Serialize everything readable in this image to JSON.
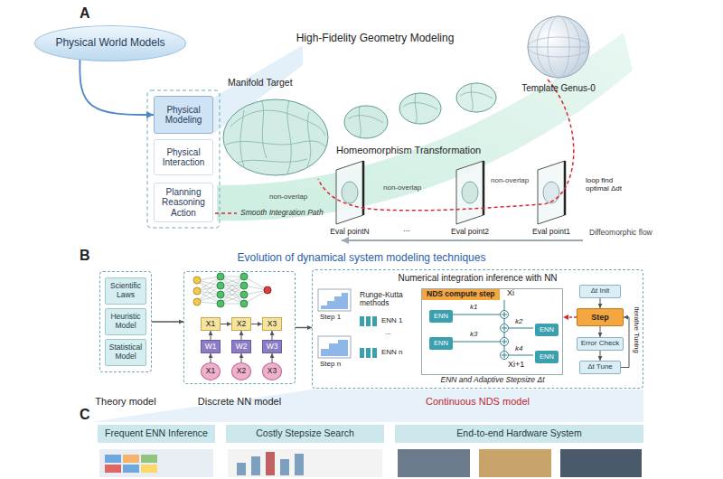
{
  "diagram": {
    "nodes": [
      {
        "text": [
          "Physical World Models"
        ]
      },
      {
        "text": [
          "Physical Modeling"
        ]
      },
      {
        "text": [
          "Physical Interaction"
        ]
      },
      {
        "text": [
          "Planning Reasoning Action"
        ]
      },
      {
        "text": [
          "Theory model"
        ]
      },
      {
        "text": [
          "Scientific Laws"
        ],
        "in": 4
      },
      {
        "text": [
          "Heuristic Model"
        ],
        "in": 4
      },
      {
        "text": [
          "Statistical Model"
        ],
        "in": 4
      },
      {
        "text": [
          "Discrete NN model"
        ]
      },
      {
        "text": [
          "X1"
        ],
        "in": 8
      },
      {
        "text": [
          "X2"
        ],
        "in": 8
      },
      {
        "text": [
          "X3"
        ],
        "in": 8
      },
      {
        "text": [
          "W1"
        ],
        "in": 8
      },
      {
        "text": [
          "W2"
        ],
        "in": 8
      },
      {
        "text": [
          "W3"
        ],
        "in": 8
      },
      {
        "text": [
          "X1"
        ],
        "in": 8
      },
      {
        "text": [
          "X2"
        ],
        "in": 8
      },
      {
        "text": [
          "X3"
        ],
        "in": 8
      },
      {
        "text": [
          "Numerical integration inference with NN",
          "Continuous NDS model"
        ]
      },
      {
        "text": [
          "NDS compute step"
        ],
        "in": 18
      },
      {
        "text": [
          "ENN"
        ],
        "in": 19
      },
      {
        "text": [
          "ENN"
        ],
        "in": 19
      },
      {
        "text": [
          "ENN"
        ],
        "in": 19
      },
      {
        "text": [
          "ENN"
        ],
        "in": 19
      },
      {
        "text": [
          "Δt Init"
        ],
        "in": 18
      },
      {
        "text": [
          "Step"
        ],
        "in": 18
      },
      {
        "text": [
          "Error Check"
        ],
        "in": 18
      },
      {
        "text": [
          "Δt Tune"
        ],
        "in": 18
      },
      {
        "text": [
          "Frequent ENN Inference"
        ]
      },
      {
        "text": [
          "Costly Stepsize Search"
        ]
      },
      {
        "text": [
          "End-to-end Hardware System"
        ]
      }
    ],
    "edges": [
      {
        "from": 0,
        "to": 1,
        "arrow": "to"
      },
      {
        "from": 4,
        "to": 8,
        "arrow": "to"
      },
      {
        "from": 8,
        "to": 18,
        "arrow": "to"
      },
      {
        "from": 9,
        "to": 10,
        "arrow": "to"
      },
      {
        "from": 10,
        "to": 11,
        "arrow": "to"
      },
      {
        "from": 15,
        "to": 12,
        "arrow": "to"
      },
      {
        "from": 12,
        "to": 9,
        "arrow": "to"
      },
      {
        "from": 16,
        "to": 13,
        "arrow": "to"
      },
      {
        "from": 13,
        "to": 10,
        "arrow": "to"
      },
      {
        "from": 17,
        "to": 14,
        "arrow": "to"
      },
      {
        "from": 14,
        "to": 11,
        "arrow": "to"
      },
      {
        "from": 24,
        "to": 25,
        "arrow": "to"
      },
      {
        "from": 25,
        "to": 26,
        "arrow": "to"
      },
      {
        "from": 26,
        "to": 27,
        "arrow": "to"
      },
      {
        "from": 27,
        "to": 25,
        "arrow": "to"
      },
      {
        "from": 25,
        "to": 19,
        "arrow": "to"
      }
    ],
    "labels": [
      "A",
      "High-Fidelity Geometry Modeling",
      "Manifold Target",
      "Template Genus-0",
      "Homeomorphism Transformation",
      "loop find optimal Δdt",
      "non-overlap",
      "non-overlap",
      "non-overlap",
      "Eval pointN",
      "...",
      "Eval point2",
      "Eval point1",
      "Diffeomorphic flow",
      "B",
      "Evolution of dynamical system modeling techniques",
      "Runge-Kutta methods",
      "Step 1",
      "Step n",
      "ENN 1",
      "...",
      "ENN n",
      "Xi",
      "k1",
      "k2",
      "k3",
      "k4",
      "Xi+1",
      "ENN and Adaptive Stepsize Δt",
      "Iterative Tuning",
      "C"
    ],
    "legend": [
      {
        "text": "Smooth Integration Path"
      }
    ]
  }
}
